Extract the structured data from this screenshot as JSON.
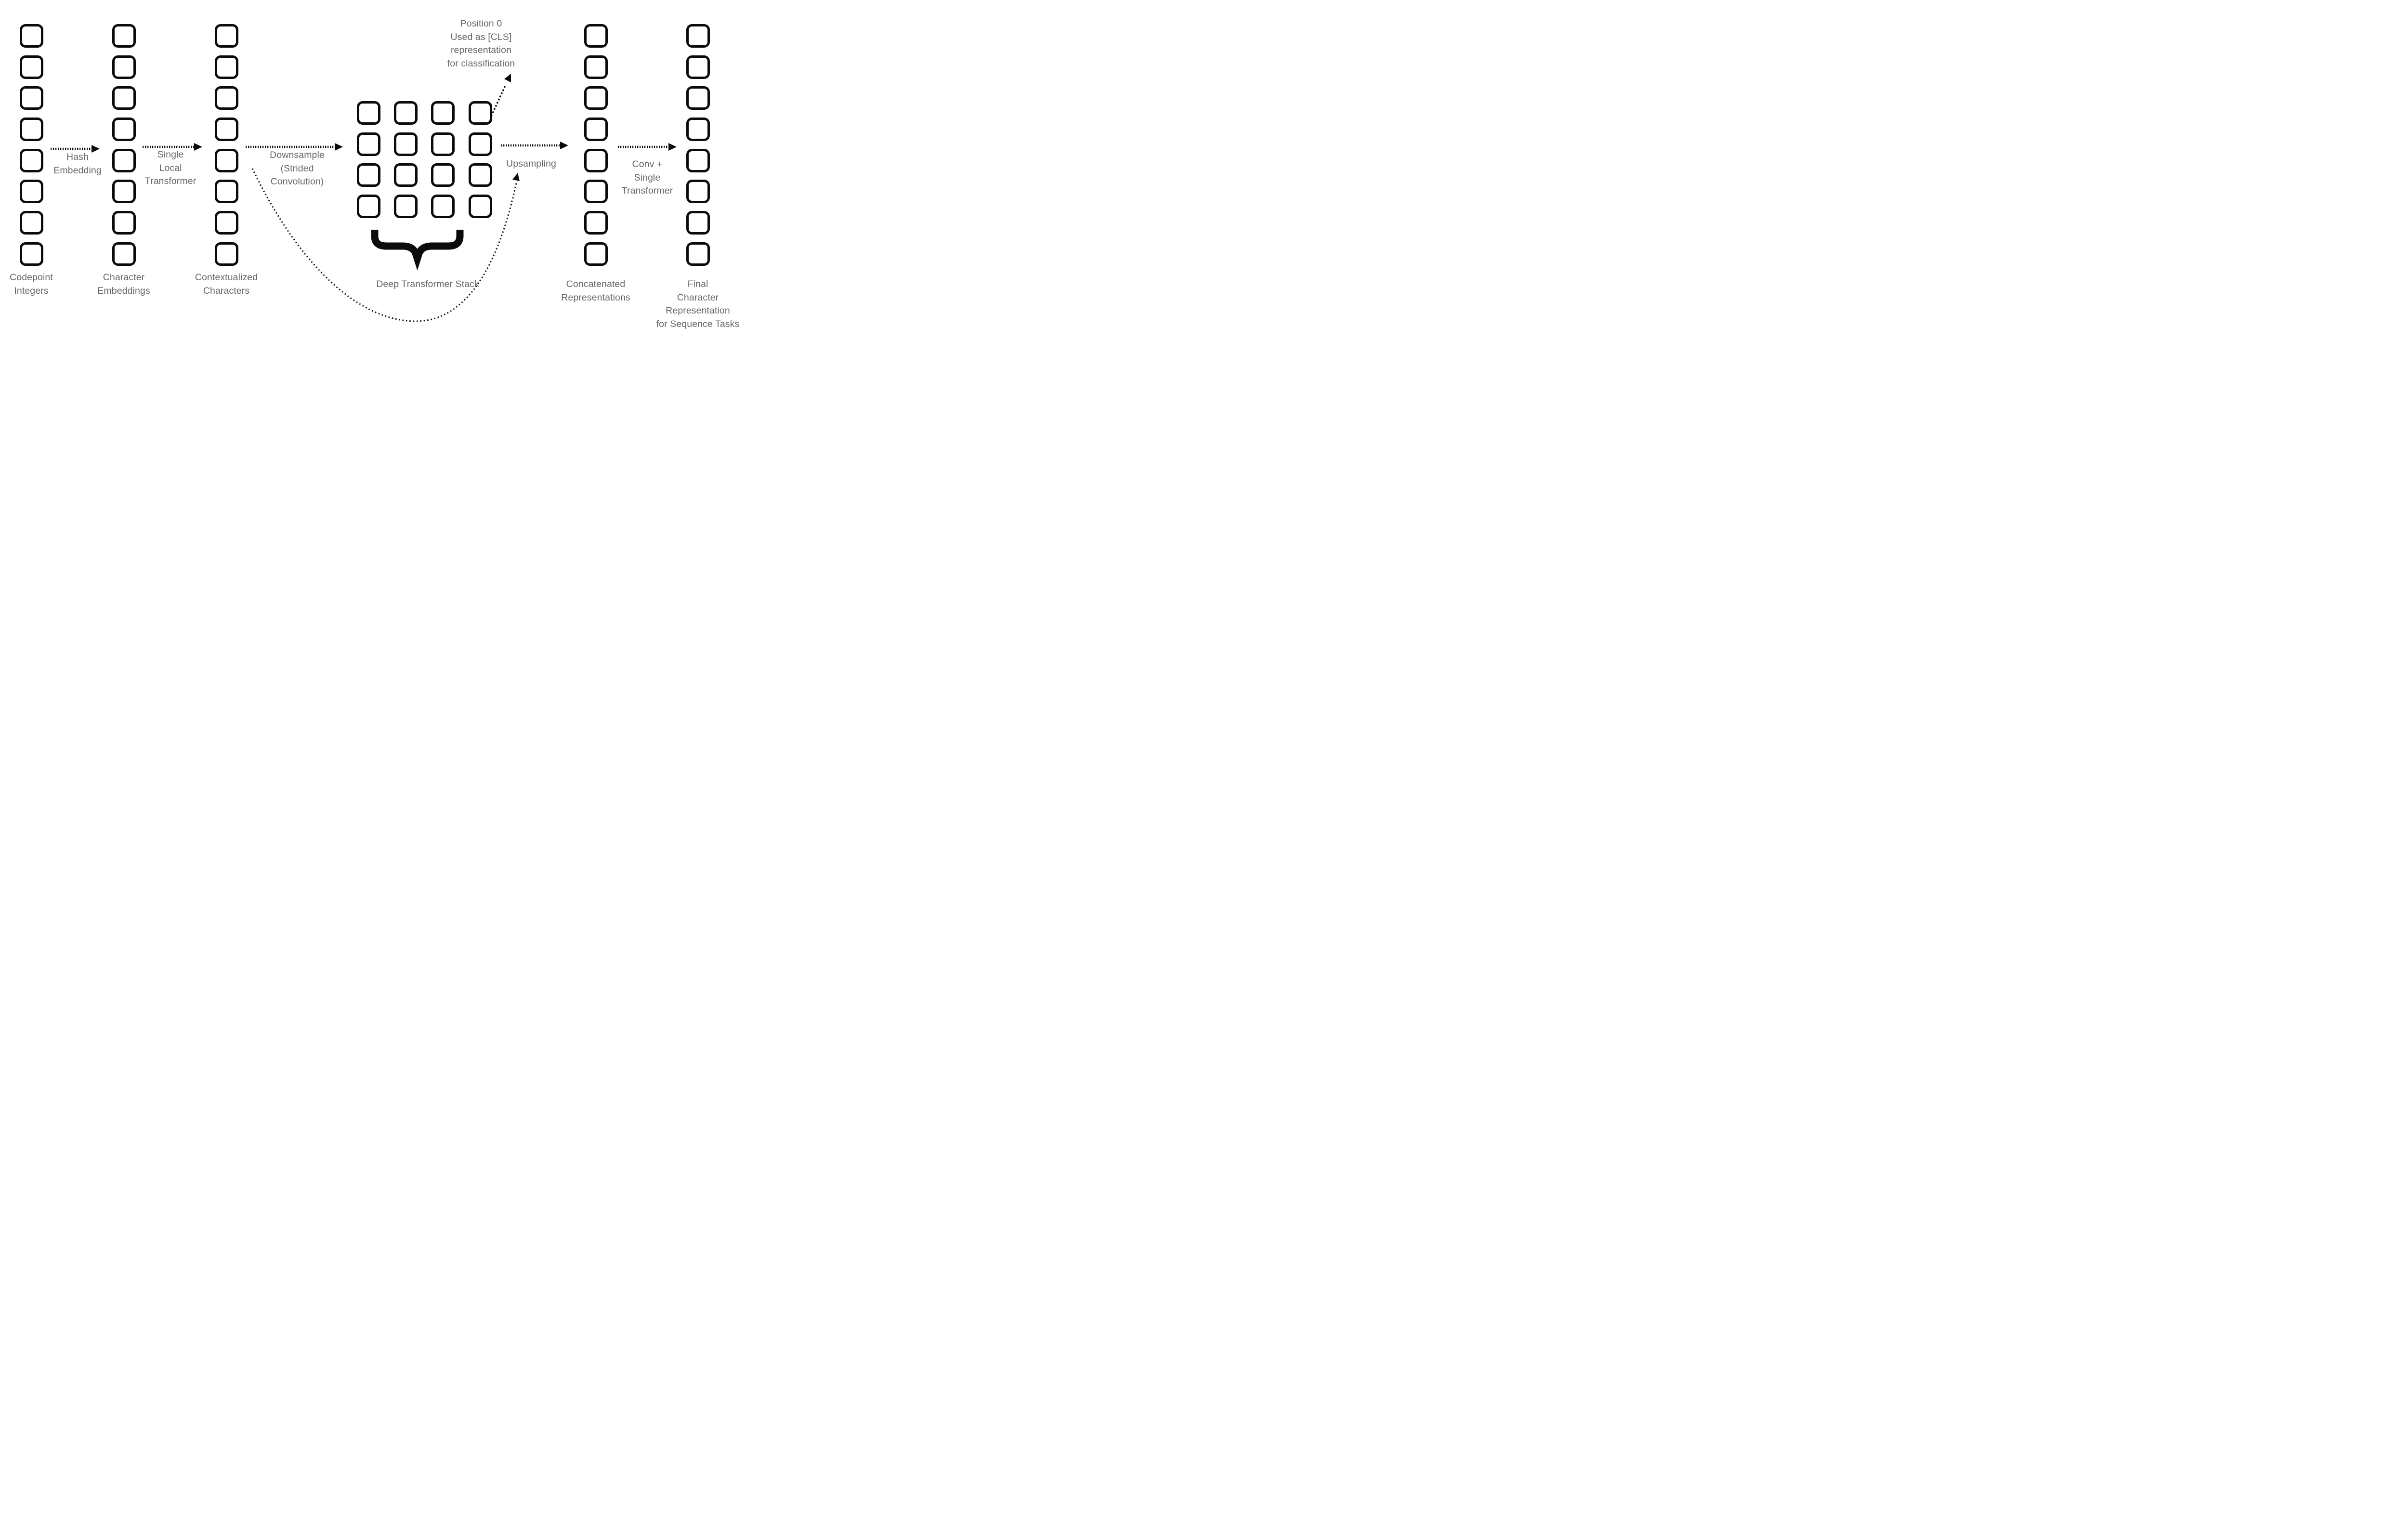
{
  "diagram": {
    "colors": {
      "background": "#ffffff",
      "box_border": "#0b0b0b",
      "connector": "#0b0b0b",
      "text": "#666666"
    },
    "stages": {
      "codepoint_integers": {
        "label_lines": [
          "Codepoint",
          "Integers"
        ],
        "box_count": 8
      },
      "character_embeddings": {
        "label_lines": [
          "Character",
          "Embeddings"
        ],
        "box_count": 8
      },
      "contextualized_characters": {
        "label_lines": [
          "Contextualized",
          "Characters"
        ],
        "box_count": 8
      },
      "deep_transformer_stack": {
        "label": "Deep Transformer Stack",
        "grid_rows": 4,
        "grid_cols": 4,
        "cell_count": 16
      },
      "concatenated_representations": {
        "label_lines": [
          "Concatenated",
          "Representations"
        ],
        "box_count": 8
      },
      "final_character_representation": {
        "label_lines": [
          "Final",
          "Character",
          "Representation",
          "for Sequence Tasks"
        ],
        "box_count": 8
      }
    },
    "arrows": {
      "hash_embedding": {
        "label_lines": [
          "Hash",
          "Embedding"
        ]
      },
      "single_local_transformer": {
        "label_lines": [
          "Single",
          "Local",
          "Transformer"
        ]
      },
      "downsample": {
        "label_lines": [
          "Downsample",
          "(Strided",
          "Convolution)"
        ]
      },
      "upsampling": {
        "label_lines": [
          "Upsampling"
        ]
      },
      "conv_single_transformer": {
        "label_lines": [
          "Conv +",
          "Single",
          "Transformer"
        ]
      }
    },
    "annotations": {
      "cls_note_lines": [
        "Position 0",
        "Used as [CLS]",
        "representation",
        "for classification"
      ]
    }
  }
}
